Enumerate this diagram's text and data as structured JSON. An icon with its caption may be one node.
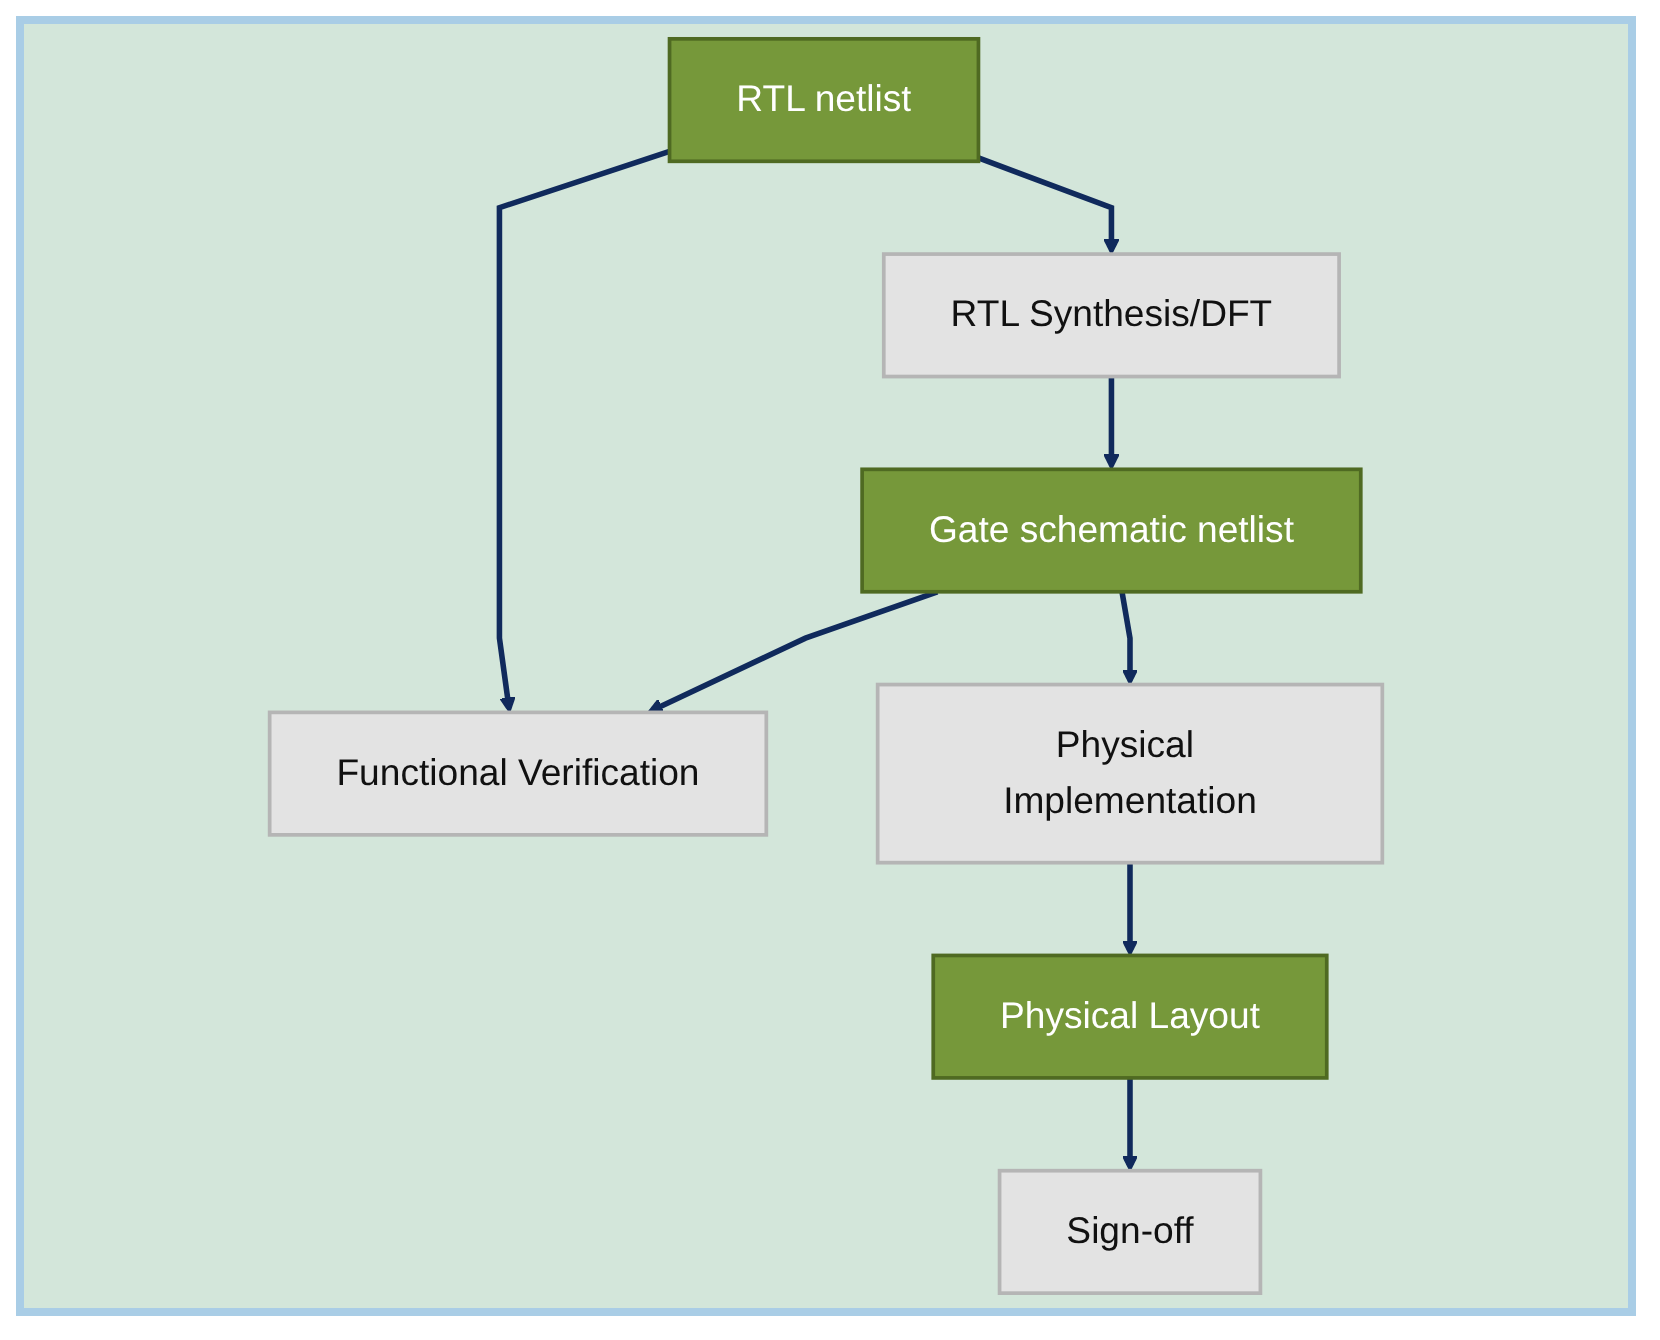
{
  "diagram": {
    "nodes": [
      {
        "text": [
          "RTL netlist"
        ]
      },
      {
        "text": [
          "RTL Synthesis/DFT"
        ]
      },
      {
        "text": [
          "Functional Verification"
        ]
      },
      {
        "text": [
          "Gate schematic netlist"
        ]
      },
      {
        "text": [
          "Physical Implementation"
        ]
      },
      {
        "text": [
          "Physical Layout"
        ]
      },
      {
        "text": [
          "Sign-off"
        ]
      }
    ],
    "edges": [
      {
        "from": 0,
        "to": 1,
        "arrow": "to"
      },
      {
        "from": 0,
        "to": 2,
        "arrow": "to"
      },
      {
        "from": 1,
        "to": 3,
        "arrow": "to"
      },
      {
        "from": 3,
        "to": 2,
        "arrow": "to"
      },
      {
        "from": 3,
        "to": 4,
        "arrow": "to"
      },
      {
        "from": 4,
        "to": 5,
        "arrow": "to"
      },
      {
        "from": 5,
        "to": 6,
        "arrow": "to"
      }
    ]
  }
}
